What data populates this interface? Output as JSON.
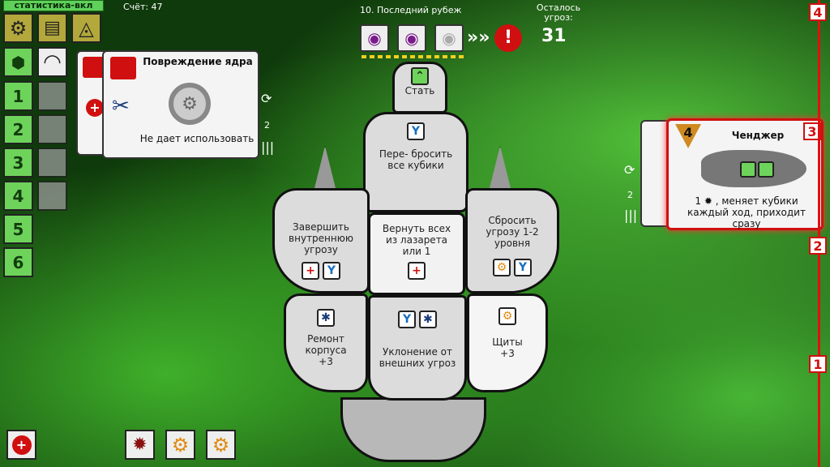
{
  "hud": {
    "stats_label": "статистика-вкл",
    "score_label": "Счёт: 47",
    "round_label": "10. Последний рубеж",
    "threats_left_label": "Осталось угроз:",
    "threats_left_value": "31"
  },
  "crew_slots": [
    "1",
    "2",
    "3",
    "4",
    "5",
    "6"
  ],
  "damage_card": {
    "title": "Повреждение ядра",
    "effect": "Не дает использовать",
    "side_count": "2"
  },
  "threat_card": {
    "level": "4",
    "name": "Ченджер",
    "desc_prefix": "1",
    "description": ", меняет кубики каждый ход, приходит сразу",
    "side_count": "2",
    "zone": "3"
  },
  "zones": [
    "4",
    "3",
    "2",
    "1"
  ],
  "stations": {
    "top": "Стать",
    "reroll": "Пере- бросить все кубики",
    "finish_internal": "Завершить внутреннюю угрозу",
    "return_infirmary": "Вернуть всех из лазарета или 1",
    "reset_threat": "Сбросить угрозу 1-2 уровня",
    "hull_repair": "Ремонт корпуса",
    "hull_repair_bonus": "+3",
    "evade": "Уклонение от внешних угроз",
    "shields": "Щиты",
    "shields_bonus": "+3"
  },
  "icons": {
    "settings": "gear-icon",
    "rules": "book-icon",
    "logo": "triangle-logo-icon",
    "threat": "eye-icon",
    "alert": "exclamation-icon"
  },
  "colors": {
    "accent_red": "#d01010",
    "accent_green": "#6ed35b",
    "olive": "#b3a83c"
  }
}
